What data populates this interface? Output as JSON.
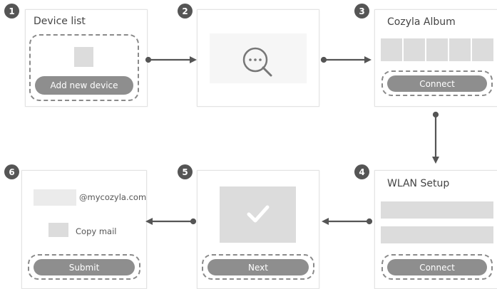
{
  "steps": [
    "1",
    "2",
    "3",
    "4",
    "5",
    "6"
  ],
  "panel1": {
    "title": "Device list",
    "button": "Add new device"
  },
  "panel3": {
    "title": "Cozyla Album",
    "button": "Connect"
  },
  "panel4": {
    "title": "WLAN Setup",
    "button": "Connect"
  },
  "panel5": {
    "button": "Next"
  },
  "panel6": {
    "email_suffix": "@mycozyla.com",
    "copy_label": "Copy mail",
    "button": "Submit"
  },
  "icons": {
    "search": "search-dots-icon",
    "check": "checkmark-icon",
    "arrow": "arrow-icon"
  },
  "colors": {
    "button": "#8e8e8e",
    "badge": "#555555",
    "arrow": "#555555",
    "placeholder": "#dcdcdc"
  }
}
